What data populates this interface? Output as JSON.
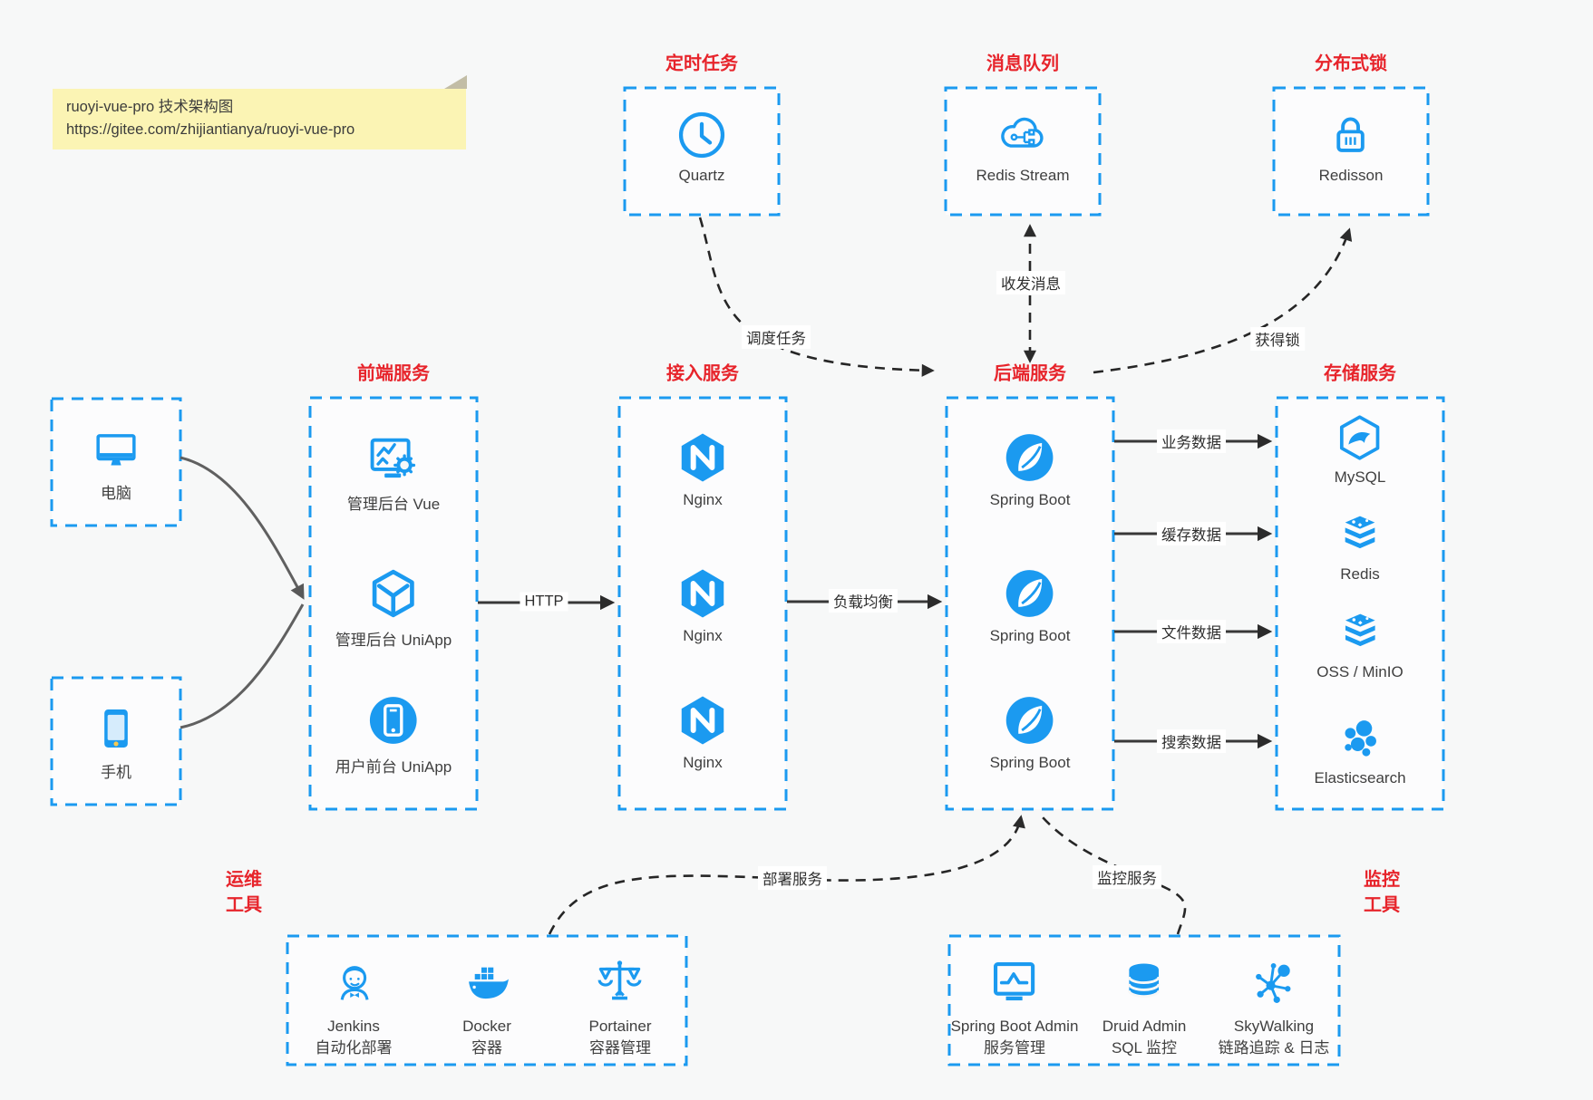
{
  "colors": {
    "accent_blue": "#1b9af0",
    "title_red": "#e7242b",
    "canvas_bg": "#f7f8f8",
    "note_bg": "#fbf4b4",
    "arrow_dark": "#383838",
    "arrow_gray": "#606060",
    "label_text": "#3f3f3f"
  },
  "note": {
    "line1": "ruoyi-vue-pro 技术架构图",
    "line2": "https://gitee.com/zhijiantianya/ruoyi-vue-pro"
  },
  "top_services": [
    {
      "title": "定时任务",
      "icon": "clock-icon",
      "label": "Quartz"
    },
    {
      "title": "消息队列",
      "icon": "cloud-network-icon",
      "label": "Redis Stream"
    },
    {
      "title": "分布式锁",
      "icon": "lock-icon",
      "label": "Redisson"
    }
  ],
  "clients": [
    {
      "icon": "desktop-icon",
      "label": "电脑"
    },
    {
      "icon": "smartphone-icon",
      "label": "手机"
    }
  ],
  "service_columns": [
    {
      "title": "前端服务",
      "items": [
        {
          "icon": "admin-dashboard-icon",
          "label": "管理后台 Vue"
        },
        {
          "icon": "cube-icon",
          "label": "管理后台 UniApp"
        },
        {
          "icon": "mobile-app-icon",
          "label": "用户前台 UniApp"
        }
      ]
    },
    {
      "title": "接入服务",
      "items": [
        {
          "icon": "nginx-icon",
          "label": "Nginx"
        },
        {
          "icon": "nginx-icon",
          "label": "Nginx"
        },
        {
          "icon": "nginx-icon",
          "label": "Nginx"
        }
      ]
    },
    {
      "title": "后端服务",
      "items": [
        {
          "icon": "spring-boot-icon",
          "label": "Spring Boot"
        },
        {
          "icon": "spring-boot-icon",
          "label": "Spring Boot"
        },
        {
          "icon": "spring-boot-icon",
          "label": "Spring Boot"
        }
      ]
    },
    {
      "title": "存储服务",
      "items": [
        {
          "icon": "mysql-icon",
          "label": "MySQL"
        },
        {
          "icon": "redis-stack-icon",
          "label": "Redis"
        },
        {
          "icon": "redis-stack-icon",
          "label": "OSS / MinIO"
        },
        {
          "icon": "elasticsearch-icon",
          "label": "Elasticsearch"
        }
      ]
    }
  ],
  "tool_groups": [
    {
      "side_label": {
        "line1": "运维",
        "line2": "工具"
      },
      "items": [
        {
          "icon": "jenkins-icon",
          "name": "Jenkins",
          "desc": "自动化部署"
        },
        {
          "icon": "docker-icon",
          "name": "Docker",
          "desc": "容器"
        },
        {
          "icon": "portainer-icon",
          "name": "Portainer",
          "desc": "容器管理"
        }
      ]
    },
    {
      "side_label": {
        "line1": "监控",
        "line2": "工具"
      },
      "items": [
        {
          "icon": "monitor-chart-icon",
          "name": "Spring Boot Admin",
          "desc": "服务管理"
        },
        {
          "icon": "database-icon",
          "name": "Druid Admin",
          "desc": "SQL 监控"
        },
        {
          "icon": "topology-icon",
          "name": "SkyWalking",
          "desc": "链路追踪 & 日志"
        }
      ]
    }
  ],
  "edges": {
    "http": "HTTP",
    "load_balance": "负载均衡",
    "business_data": "业务数据",
    "cache_data": "缓存数据",
    "file_data": "文件数据",
    "search_data": "搜索数据",
    "schedule_task": "调度任务",
    "message_send_receive": "收发消息",
    "acquire_lock": "获得锁",
    "deploy_service": "部署服务",
    "monitor_service": "监控服务"
  }
}
